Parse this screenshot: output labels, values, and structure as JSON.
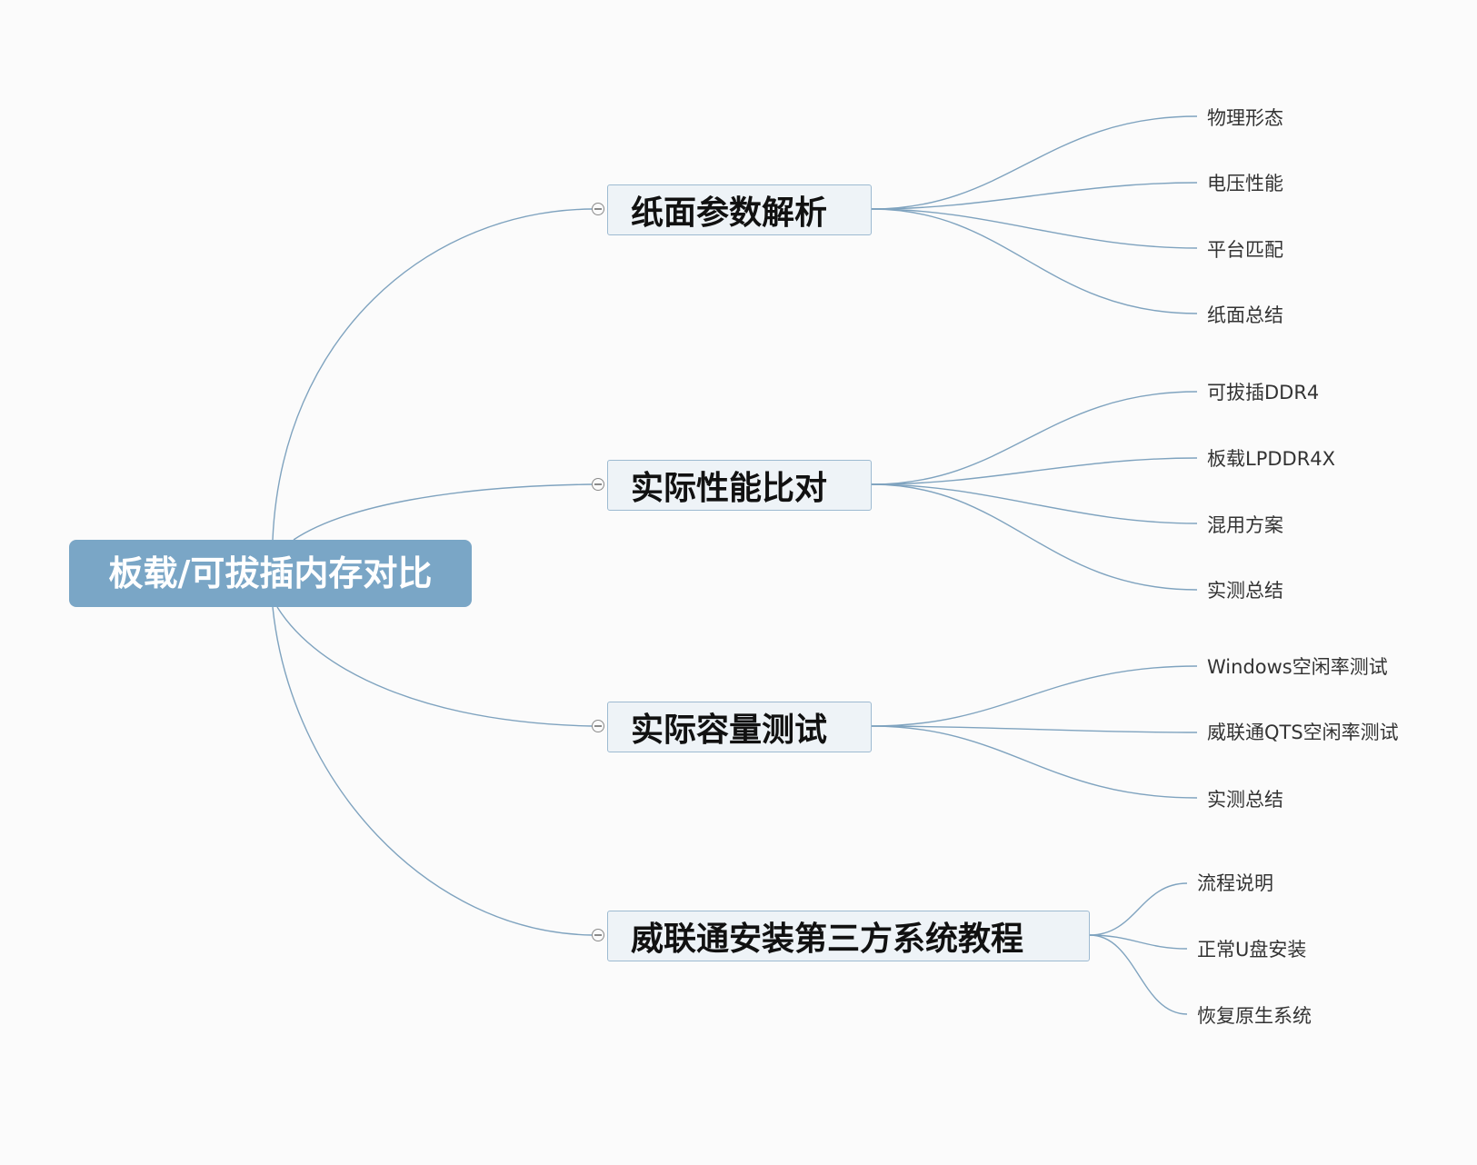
{
  "root": {
    "label": "板载/可拔插内存对比"
  },
  "branches": [
    {
      "label": "纸面参数解析",
      "children": [
        "物理形态",
        "电压性能",
        "平台匹配",
        "纸面总结"
      ]
    },
    {
      "label": "实际性能比对",
      "children": [
        "可拔插DDR4",
        "板载LPDDR4X",
        "混用方案",
        "实测总结"
      ]
    },
    {
      "label": "实际容量测试",
      "children": [
        "Windows空闲率测试",
        "威联通QTS空闲率测试",
        "实测总结"
      ]
    },
    {
      "label": "威联通安装第三方系统教程",
      "children": [
        "流程说明",
        "正常U盘安装",
        "恢复原生系统"
      ]
    }
  ],
  "colors": {
    "line": "#7fa3bf",
    "root_fill": "#7aa6c6",
    "branch_fill": "#eef3f7",
    "branch_border": "#9dbad1"
  }
}
